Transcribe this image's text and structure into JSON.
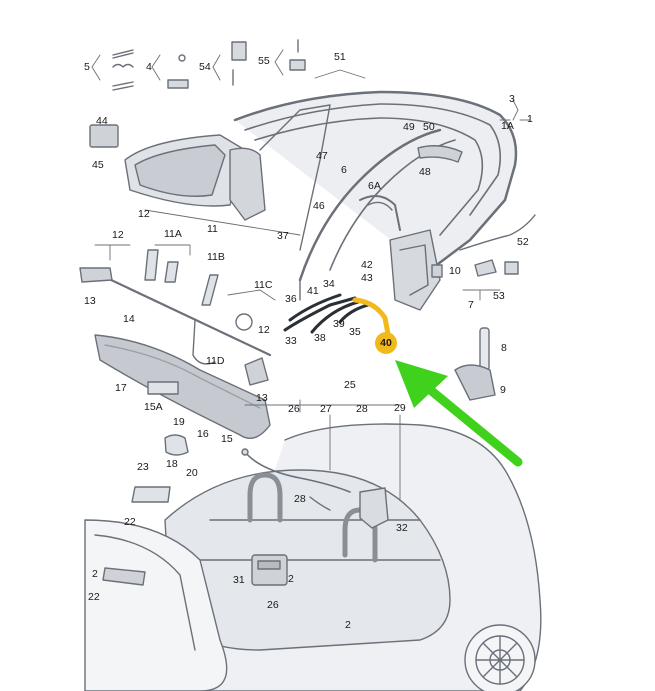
{
  "highlight": {
    "label": "40",
    "color": "#f2b91c"
  },
  "arrow_color": "#3fd11c",
  "line_color": "#6b7079",
  "callouts": {
    "c1": "1",
    "c1a": "1A",
    "c2a": "2",
    "c2b": "2",
    "c2c": "2",
    "c3": "3",
    "c4": "4",
    "c5": "5",
    "c6": "6",
    "c6a": "6A",
    "c7": "7",
    "c8": "8",
    "c9": "9",
    "c10": "10",
    "c11": "11",
    "c11a": "11A",
    "c11b": "11B",
    "c11c": "11C",
    "c11d": "11D",
    "c12a": "12",
    "c12b": "12",
    "c12c": "12",
    "c13a": "13",
    "c13b": "13",
    "c14": "14",
    "c15": "15",
    "c15a": "15A",
    "c16": "16",
    "c17": "17",
    "c18": "18",
    "c19": "19",
    "c20": "20",
    "c22a": "22",
    "c22b": "22",
    "c23": "23",
    "c25": "25",
    "c26a": "26",
    "c26b": "26",
    "c27": "27",
    "c28a": "28",
    "c28b": "28",
    "c29": "29",
    "c31": "31",
    "c32": "32",
    "c33": "33",
    "c34": "34",
    "c35": "35",
    "c36": "36",
    "c37": "37",
    "c38": "38",
    "c39": "39",
    "c41": "41",
    "c42": "42",
    "c43": "43",
    "c44": "44",
    "c45": "45",
    "c46": "46",
    "c47": "47",
    "c48": "48",
    "c49": "49",
    "c50": "50",
    "c51": "51",
    "c52": "52",
    "c53": "53",
    "c54": "54",
    "c55": "55"
  }
}
